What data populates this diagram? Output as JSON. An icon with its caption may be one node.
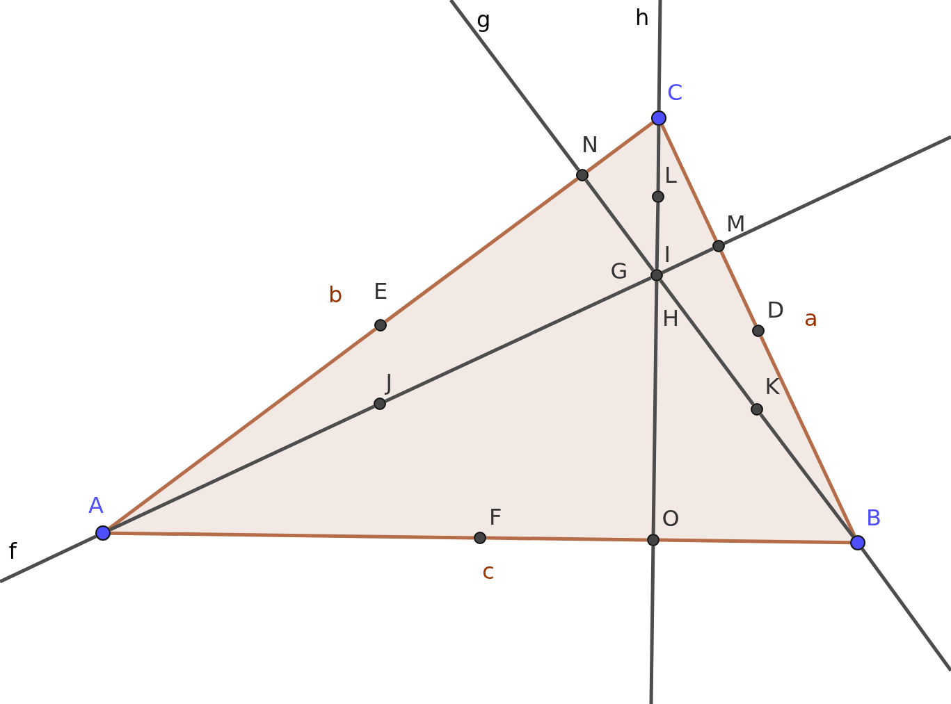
{
  "diagram": {
    "nodes": [
      {
        "text": [
          "C"
        ]
      },
      {
        "text": [
          "N"
        ]
      },
      {
        "text": [
          "L"
        ]
      },
      {
        "text": [
          "M"
        ]
      },
      {
        "text": [
          "I",
          "G",
          "H"
        ]
      },
      {
        "text": [
          "E"
        ]
      },
      {
        "text": [
          "D"
        ]
      },
      {
        "text": [
          "J"
        ]
      },
      {
        "text": [
          "K"
        ]
      },
      {
        "text": [
          "A"
        ]
      },
      {
        "text": [
          "F"
        ]
      },
      {
        "text": [
          "O"
        ]
      },
      {
        "text": [
          "B"
        ]
      }
    ],
    "edges": [
      {
        "from": 9,
        "to": 10,
        "arrow": "none",
        "color": "#b46d48"
      },
      {
        "from": 10,
        "to": 11,
        "arrow": "none",
        "label": "c",
        "color": "#b46d48"
      },
      {
        "from": 11,
        "to": 12,
        "arrow": "none",
        "color": "#b46d48"
      },
      {
        "from": 12,
        "to": 6,
        "arrow": "none",
        "color": "#b46d48"
      },
      {
        "from": 6,
        "to": 3,
        "arrow": "none",
        "label": "a",
        "color": "#b46d48"
      },
      {
        "from": 3,
        "to": 0,
        "arrow": "none",
        "color": "#b46d48"
      },
      {
        "from": 0,
        "to": 1,
        "arrow": "none",
        "color": "#b46d48"
      },
      {
        "from": 1,
        "to": 5,
        "arrow": "none",
        "label": "b",
        "color": "#b46d48"
      },
      {
        "from": 5,
        "to": 9,
        "arrow": "none",
        "color": "#b46d48"
      },
      {
        "from": null,
        "to": 9,
        "arrow": "none",
        "label": "f"
      },
      {
        "from": 9,
        "to": 7,
        "arrow": "none"
      },
      {
        "from": 7,
        "to": 4,
        "arrow": "none"
      },
      {
        "from": 4,
        "to": 3,
        "arrow": "none"
      },
      {
        "from": 3,
        "to": null,
        "arrow": "none"
      },
      {
        "from": null,
        "to": 1,
        "arrow": "none",
        "label": "g"
      },
      {
        "from": 1,
        "to": 4,
        "arrow": "none"
      },
      {
        "from": 4,
        "to": 8,
        "arrow": "none"
      },
      {
        "from": 8,
        "to": 12,
        "arrow": "none"
      },
      {
        "from": 12,
        "to": null,
        "arrow": "none"
      },
      {
        "from": null,
        "to": 0,
        "arrow": "none",
        "label": "h"
      },
      {
        "from": 0,
        "to": 2,
        "arrow": "none"
      },
      {
        "from": 2,
        "to": 4,
        "arrow": "none"
      },
      {
        "from": 4,
        "to": 11,
        "arrow": "none"
      },
      {
        "from": 11,
        "to": null,
        "arrow": "none"
      }
    ]
  }
}
